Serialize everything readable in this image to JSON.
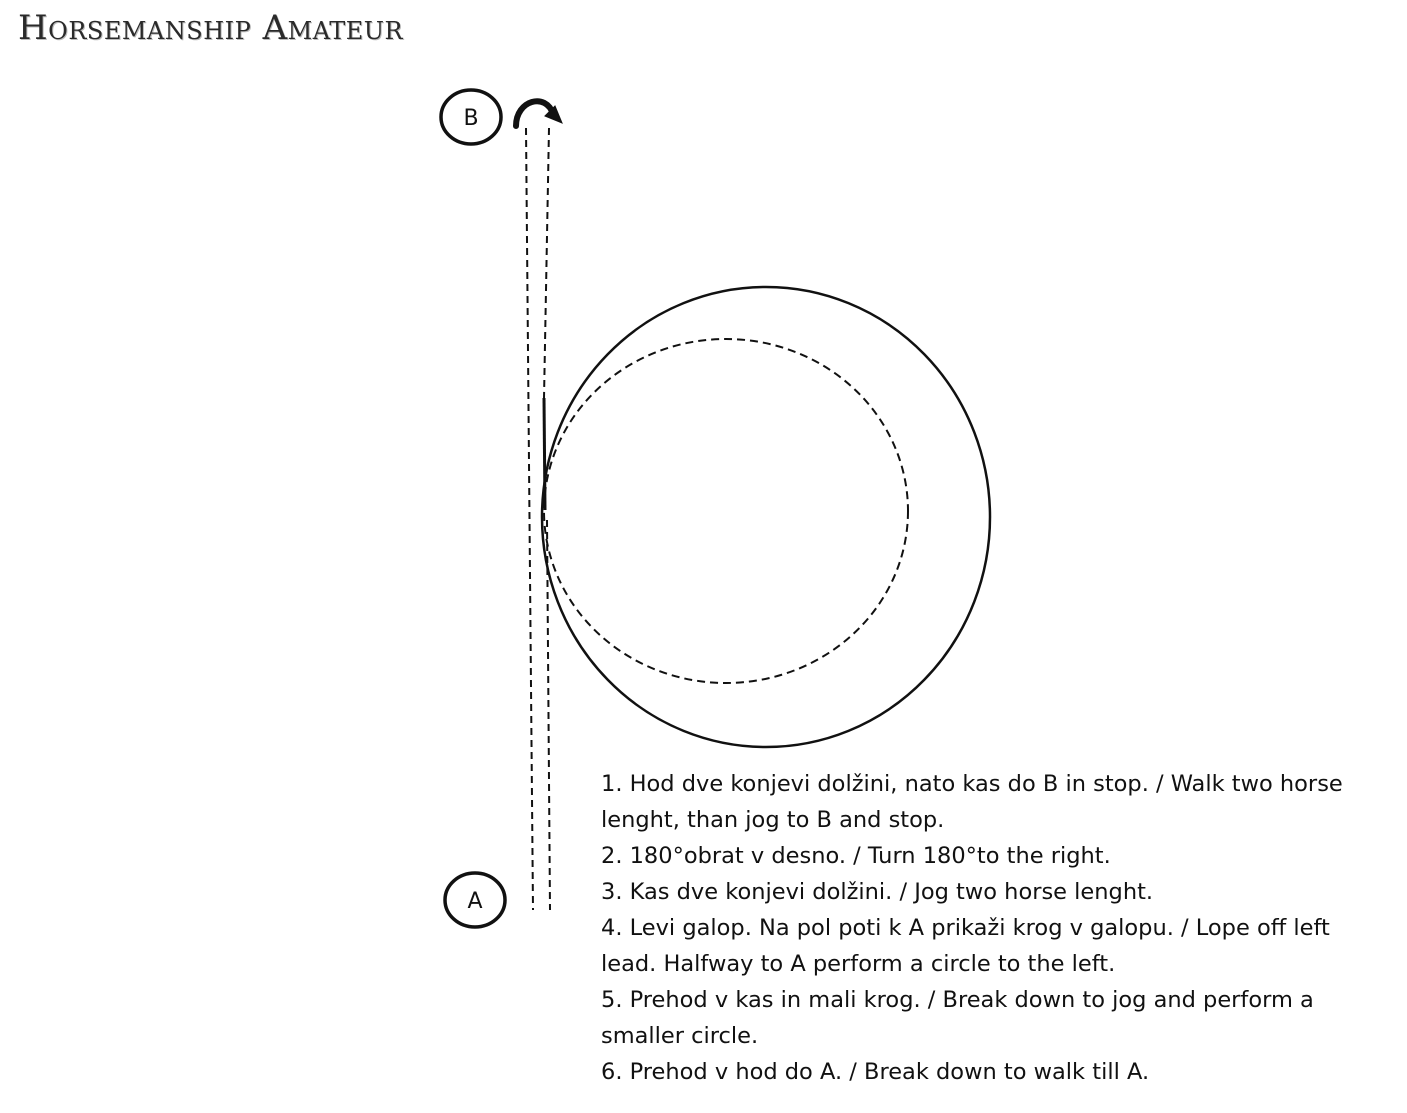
{
  "title": "Horsemanship Amateur",
  "markers": {
    "b": "B",
    "a": "A"
  },
  "steps": [
    "1. Hod dve konjevi dolžini, nato kas do B in stop. / Walk two horse lenght, than jog to B and stop.",
    "2. 180°obrat v desno. / Turn 180°to the right.",
    "3. Kas dve konjevi dolžini. / Jog two horse lenght.",
    "4. Levi galop. Na pol poti k A prikaži krog v galopu. / Lope off left lead. Halfway to A perform a circle to the left.",
    "5. Prehod v kas in mali krog. / Break down to jog and perform a smaller circle.",
    "6. Prehod v hod do A. / Break down to walk till A."
  ],
  "colors": {
    "ink": "#111111"
  }
}
